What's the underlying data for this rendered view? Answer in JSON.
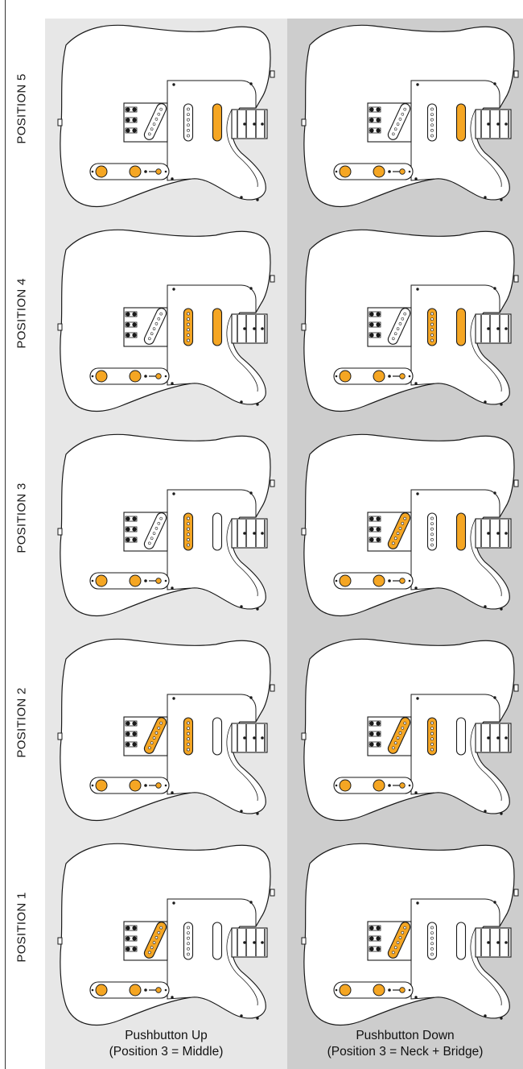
{
  "rows": [
    {
      "label": "POSITION 5"
    },
    {
      "label": "POSITION 4"
    },
    {
      "label": "POSITION 3"
    },
    {
      "label": "POSITION 2"
    },
    {
      "label": "POSITION 1"
    }
  ],
  "columns": [
    {
      "caption_line1": "Pushbutton Up",
      "caption_line2": "(Position 3 = Middle)"
    },
    {
      "caption_line1": "Pushbutton Down",
      "caption_line2": "(Position 3 = Neck + Bridge)"
    }
  ],
  "colors": {
    "active": "#f5a623",
    "inactive": "#ffffff",
    "outline": "#1a1a1a",
    "panel_up": "#e7e7e7",
    "panel_down": "#cdcdcd"
  },
  "diagram_states": {
    "up": [
      {
        "position": 5,
        "bridge": false,
        "middle": false,
        "neck": true
      },
      {
        "position": 4,
        "bridge": false,
        "middle": true,
        "neck": true
      },
      {
        "position": 3,
        "bridge": false,
        "middle": true,
        "neck": false
      },
      {
        "position": 2,
        "bridge": true,
        "middle": true,
        "neck": false
      },
      {
        "position": 1,
        "bridge": true,
        "middle": false,
        "neck": false
      }
    ],
    "down": [
      {
        "position": 5,
        "bridge": false,
        "middle": false,
        "neck": true
      },
      {
        "position": 4,
        "bridge": false,
        "middle": true,
        "neck": true
      },
      {
        "position": 3,
        "bridge": true,
        "middle": false,
        "neck": true
      },
      {
        "position": 2,
        "bridge": true,
        "middle": true,
        "neck": false
      },
      {
        "position": 1,
        "bridge": true,
        "middle": false,
        "neck": false
      }
    ]
  }
}
